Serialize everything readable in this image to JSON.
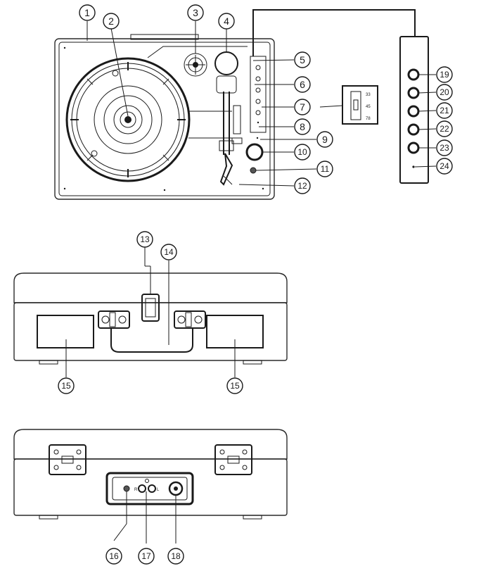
{
  "callouts": {
    "c1": "1",
    "c2": "2",
    "c3": "3",
    "c4": "4",
    "c5": "5",
    "c6": "6",
    "c7": "7",
    "c8": "8",
    "c9": "9",
    "c10": "10",
    "c11": "11",
    "c12": "12",
    "c13": "13",
    "c14": "14",
    "c15a": "15",
    "c15b": "15",
    "c16": "16",
    "c17": "17",
    "c18": "18",
    "c19": "19",
    "c20": "20",
    "c21": "21",
    "c22": "22",
    "c23": "23",
    "c24": "24"
  },
  "speed_selector": {
    "speed_33": "33",
    "speed_45": "45",
    "speed_78": "78"
  },
  "rear_panel": {
    "right_channel": "R",
    "left_channel": "L"
  },
  "colors": {
    "line": "#1a1a1a",
    "background": "#ffffff"
  }
}
